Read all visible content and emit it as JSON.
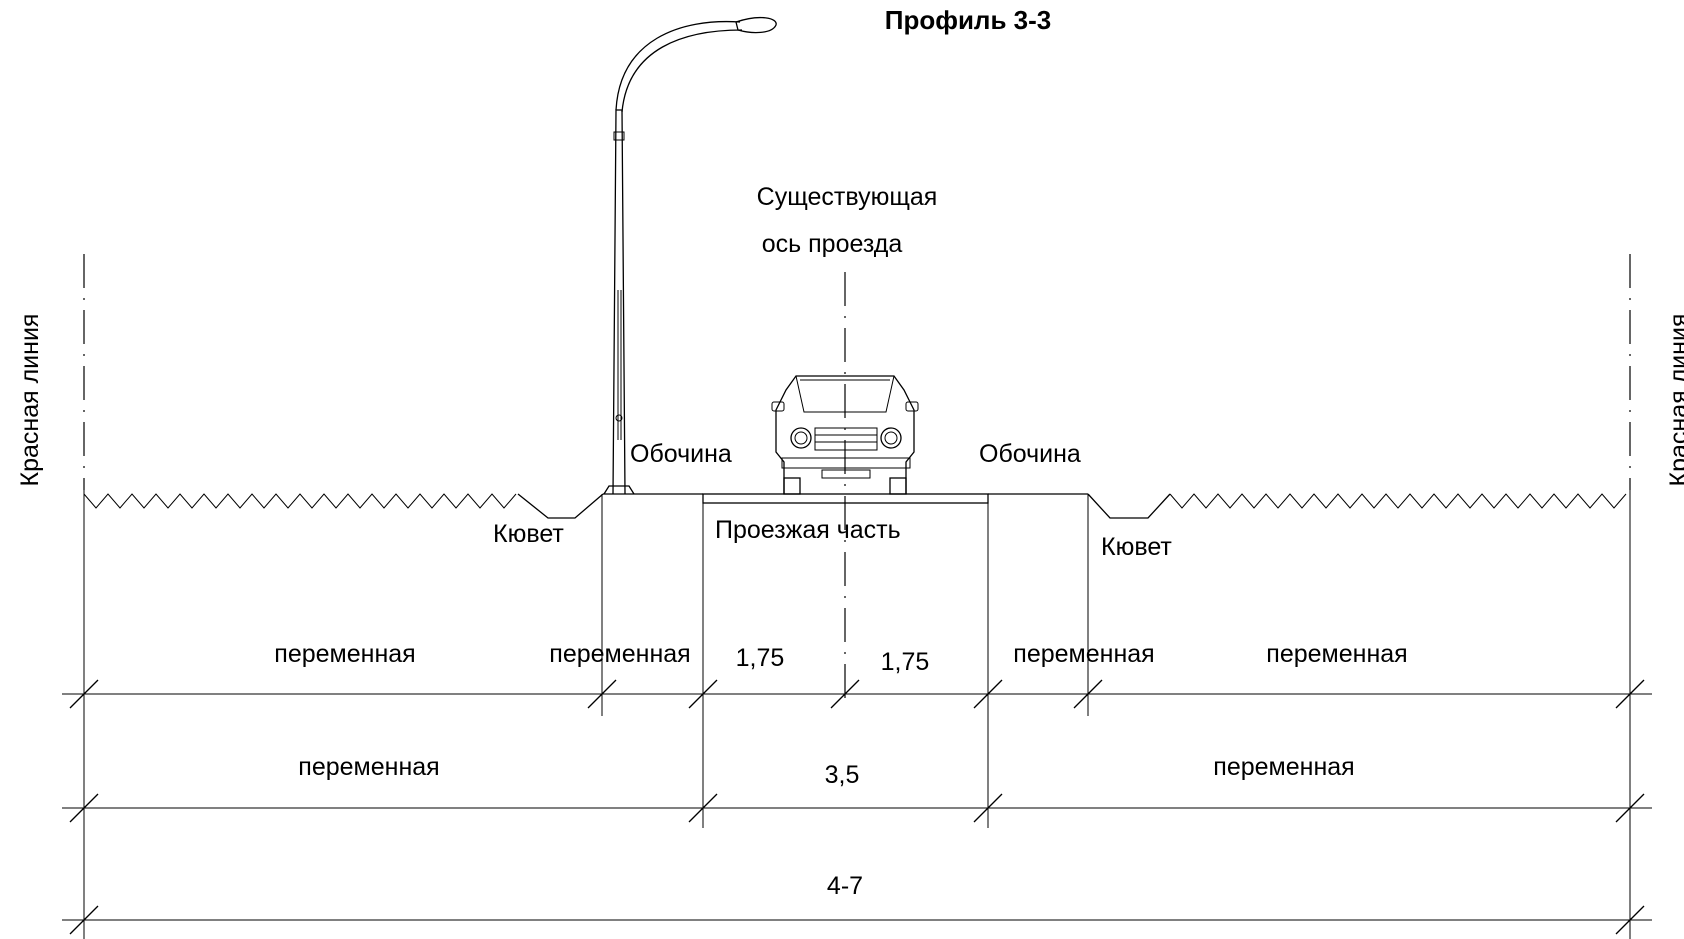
{
  "title": "Профиль 3-3",
  "axis_label_line1": "Существующая",
  "axis_label_line2": "ось проезда",
  "red_line_left": "Красная линия",
  "red_line_right": "Красная линия",
  "shoulder_left": "Обочина",
  "shoulder_right": "Обочина",
  "ditch_left": "Кювет",
  "ditch_right": "Кювет",
  "carriageway": "Проезжая часть",
  "row1": [
    "переменная",
    "переменная",
    "1,75",
    "1,75",
    "переменная",
    "переменная"
  ],
  "row2": [
    "переменная",
    "3,5",
    "переменная"
  ],
  "row3": [
    "4-7"
  ]
}
